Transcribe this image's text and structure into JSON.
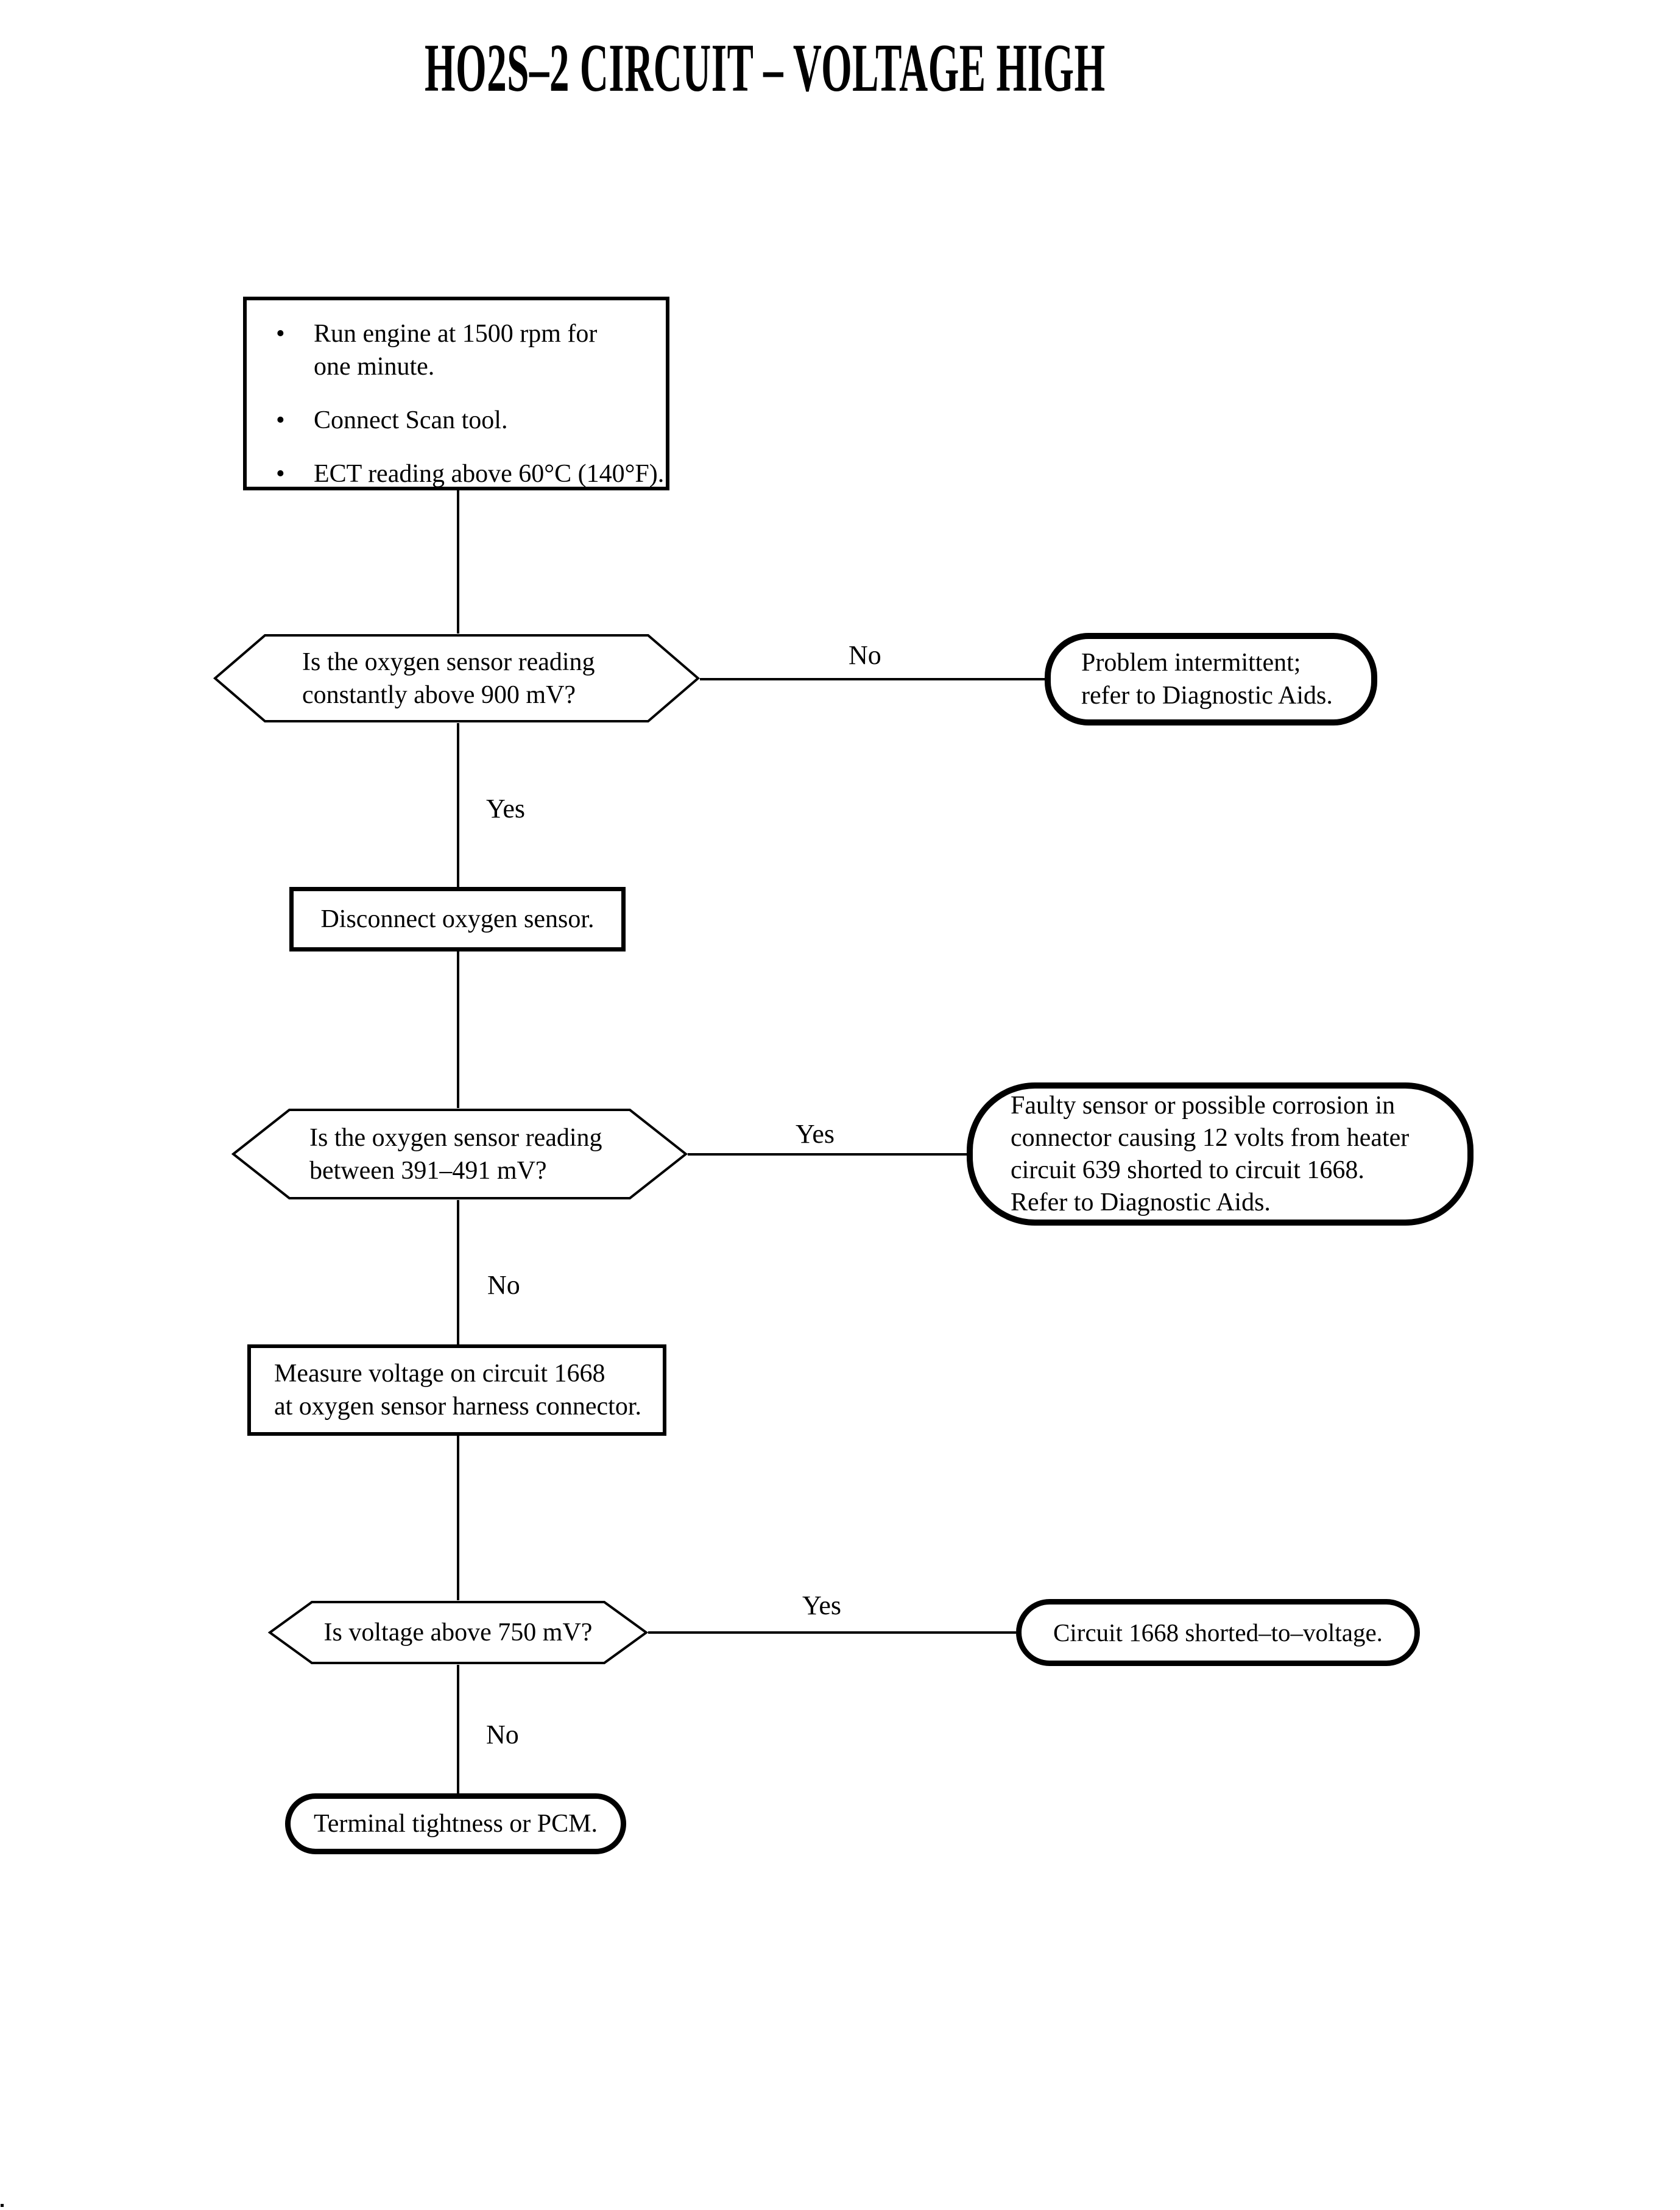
{
  "page": {
    "background": "#ffffff",
    "ink": "#000000"
  },
  "title": "HO2S–2 CIRCUIT – VOLTAGE HIGH",
  "nodes": {
    "prerequisites": {
      "bullet": "•",
      "items": [
        {
          "lines": [
            "Run engine at 1500 rpm for",
            "one minute."
          ]
        },
        {
          "lines": [
            "Connect Scan tool."
          ]
        },
        {
          "lines": [
            "ECT reading above 60°C (140°F)."
          ]
        }
      ]
    },
    "q1": {
      "lines": [
        "Is the oxygen sensor reading",
        "constantly above 900 mV?"
      ]
    },
    "a1": {
      "lines": [
        "Problem intermittent;",
        "refer to Diagnostic Aids."
      ]
    },
    "p1": {
      "label": "Disconnect oxygen sensor."
    },
    "q2": {
      "lines": [
        "Is the oxygen sensor reading",
        "between 391–491 mV?"
      ]
    },
    "a2": {
      "lines": [
        "Faulty sensor or possible corrosion in",
        "connector causing 12 volts from heater",
        "circuit 639 shorted to circuit 1668.",
        "Refer to Diagnostic Aids."
      ]
    },
    "p2": {
      "lines": [
        "Measure voltage on circuit 1668",
        "at oxygen sensor harness connector."
      ]
    },
    "q3": {
      "label": "Is voltage above 750 mV?"
    },
    "a3": {
      "label": "Circuit 1668 shorted–to–voltage."
    },
    "a4": {
      "label": "Terminal tightness or PCM."
    }
  },
  "edges": {
    "q1_no": "No",
    "q1_yes": "Yes",
    "q2_yes": "Yes",
    "q2_no": "No",
    "q3_yes": "Yes",
    "q3_no": "No"
  }
}
